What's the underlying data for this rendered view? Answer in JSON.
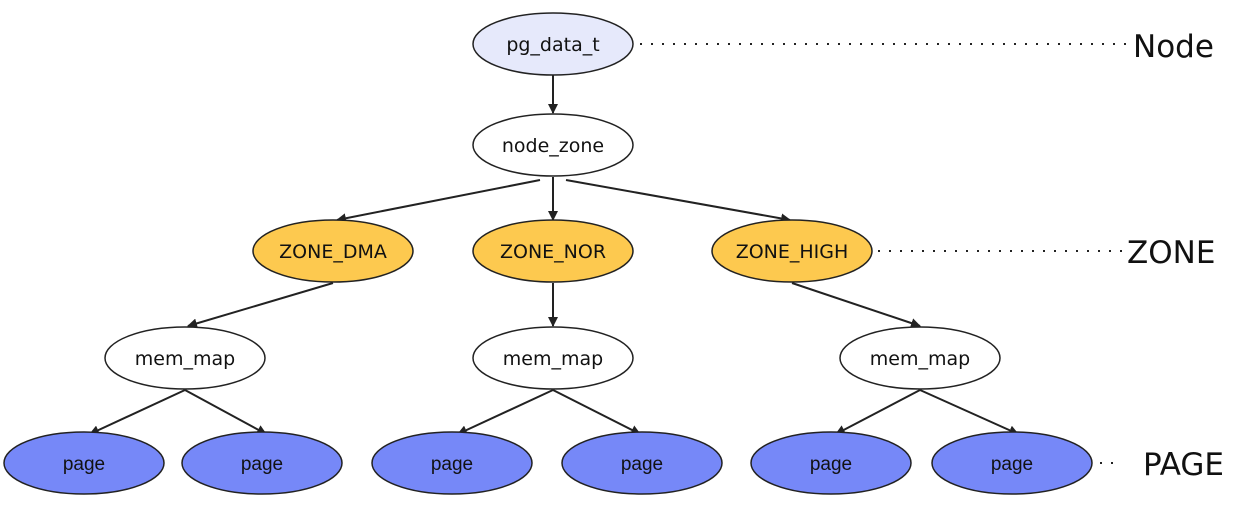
{
  "nodes": {
    "pg_data_t": "pg_data_t",
    "node_zone": "node_zone",
    "zone_dma": "ZONE_DMA",
    "zone_nor": "ZONE_NOR",
    "zone_high": "ZONE_HIGH",
    "mem_map": "mem_map",
    "page": "page"
  },
  "level_labels": {
    "node": "Node",
    "zone": "ZONE",
    "page": "PAGE"
  },
  "colors": {
    "root_fill": "#e6e9fb",
    "zone_fill": "#fdc94f",
    "page_fill": "#7688f8",
    "plain_fill": "#ffffff",
    "stroke": "#222222"
  }
}
